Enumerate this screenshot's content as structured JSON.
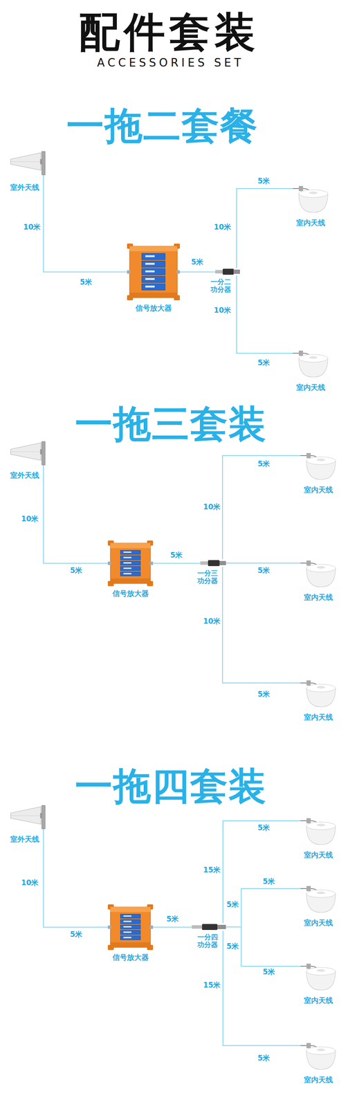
{
  "diagram": {
    "title": "配件套装",
    "nodes": [
      {
        "text": [
          "室外天线"
        ]
      },
      {
        "text": [
          "信号放大器"
        ]
      },
      {
        "text": [
          "一分二 功分器"
        ]
      },
      {
        "text": [
          "室内天线"
        ]
      },
      {
        "text": [
          "室内天线"
        ]
      },
      {
        "text": [
          "室外天线"
        ]
      },
      {
        "text": [
          "信号放大器"
        ]
      },
      {
        "text": [
          "一分三 功分器"
        ]
      },
      {
        "text": [
          "室内天线"
        ]
      },
      {
        "text": [
          "室内天线"
        ]
      },
      {
        "text": [
          "室内天线"
        ]
      },
      {
        "text": [
          "室外天线"
        ]
      },
      {
        "text": [
          "信号放大器"
        ]
      },
      {
        "text": [
          "一分四 功分器"
        ]
      },
      {
        "text": [
          "室内天线"
        ]
      },
      {
        "text": [
          "室内天线"
        ]
      },
      {
        "text": [
          "室内天线"
        ]
      },
      {
        "text": [
          "室内天线"
        ]
      }
    ],
    "edges": [
      {
        "from": 0,
        "to": 1,
        "label": "10米",
        "arrow": "none"
      },
      {
        "from": 1,
        "to": 2,
        "label": "5米",
        "arrow": "none"
      },
      {
        "from": 2,
        "to": 3,
        "label": "10米",
        "arrow": "none"
      },
      {
        "from": 2,
        "to": 4,
        "label": "10米",
        "arrow": "none"
      },
      {
        "from": 5,
        "to": 6,
        "label": "10米",
        "arrow": "none"
      },
      {
        "from": 6,
        "to": 7,
        "label": "5米",
        "arrow": "none"
      },
      {
        "from": 7,
        "to": 8,
        "label": "10米",
        "arrow": "none"
      },
      {
        "from": 7,
        "to": 9,
        "label": "5米",
        "arrow": "none"
      },
      {
        "from": 7,
        "to": 10,
        "label": "10米",
        "arrow": "none"
      },
      {
        "from": 11,
        "to": 12,
        "label": "10米",
        "arrow": "none"
      },
      {
        "from": 12,
        "to": 13,
        "label": "5米",
        "arrow": "none"
      },
      {
        "from": 13,
        "to": 14,
        "label": "15米",
        "arrow": "none"
      },
      {
        "from": 13,
        "to": 15,
        "label": "5米",
        "arrow": "none"
      },
      {
        "from": 13,
        "to": 16,
        "label": "5米",
        "arrow": "none"
      },
      {
        "from": 13,
        "to": 17,
        "label": "15米",
        "arrow": "none"
      }
    ],
    "labels": [
      "ACCESSORIES SET",
      "一拖二套餐",
      "5米",
      "5米",
      "5米",
      "一拖三套装",
      "5米",
      "5米",
      "5米",
      "一拖四套装",
      "5米",
      "5米",
      "5米",
      "5米",
      "5米"
    ]
  }
}
